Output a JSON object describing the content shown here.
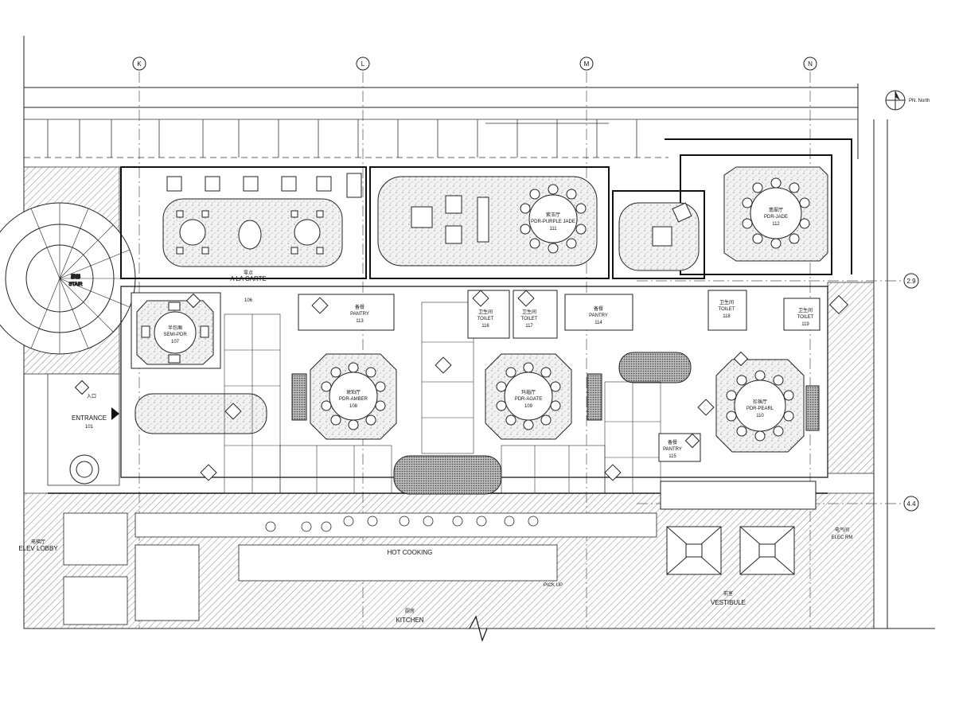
{
  "grid": {
    "columns": [
      "K",
      "L",
      "M",
      "N"
    ],
    "rows": [
      "2.9",
      "4.4"
    ]
  },
  "north": {
    "label": "PN. North"
  },
  "rooms": {
    "pdr_purple_jade": {
      "zh": "紫玉厅",
      "en": "PDR-PURPLE JADE",
      "no": "111"
    },
    "pdr_jade": {
      "zh": "翡翠厅",
      "en": "PDR-JADE",
      "no": "112"
    },
    "pdr_amber": {
      "zh": "琥珀厅",
      "en": "PDR-AMBER",
      "no": "108"
    },
    "pdr_agate": {
      "zh": "玛瑙厅",
      "en": "PDR-AGATE",
      "no": "109"
    },
    "pdr_pearl": {
      "zh": "珍珠厅",
      "en": "PDR-PEARL",
      "no": "110"
    },
    "semi_pdr": {
      "zh": "半包厢",
      "en": "SEMI-PDR",
      "no": "107"
    },
    "a_la_carte": {
      "zh": "零点",
      "en": "A LA CARTE",
      "no": "106"
    },
    "pantry_1": {
      "zh": "备餐",
      "en": "PANTRY",
      "no": "113"
    },
    "pantry_2": {
      "zh": "备餐",
      "en": "PANTRY",
      "no": "114"
    },
    "pantry_3": {
      "zh": "备餐",
      "en": "PANTRY",
      "no": "115"
    },
    "toilet_116": {
      "zh": "卫生间",
      "en": "TOILET",
      "no": "116"
    },
    "toilet_117": {
      "zh": "卫生间",
      "en": "TOILET",
      "no": "117"
    },
    "toilet_118": {
      "zh": "卫生间",
      "en": "TOILET",
      "no": "118"
    },
    "toilet_119": {
      "zh": "卫生间",
      "en": "TOILET",
      "no": "119"
    },
    "entrance": {
      "zh": "入口",
      "en": "ENTRANCE",
      "no": "101"
    },
    "stair": {
      "zh": "楼梯",
      "en": "STAIR"
    },
    "elev_lobby": {
      "zh": "电梯厅",
      "en": "ELEV LOBBY"
    },
    "kitchen": {
      "zh": "厨房",
      "en": "KITCHEN"
    },
    "vestibule": {
      "zh": "前室",
      "en": "VESTIBULE"
    },
    "elec_rm": {
      "zh": "电气间",
      "en": "ELEC RM"
    },
    "hot_cooking": {
      "en": "HOT COOKING"
    },
    "pick_up": {
      "en": "PICK UP"
    }
  }
}
